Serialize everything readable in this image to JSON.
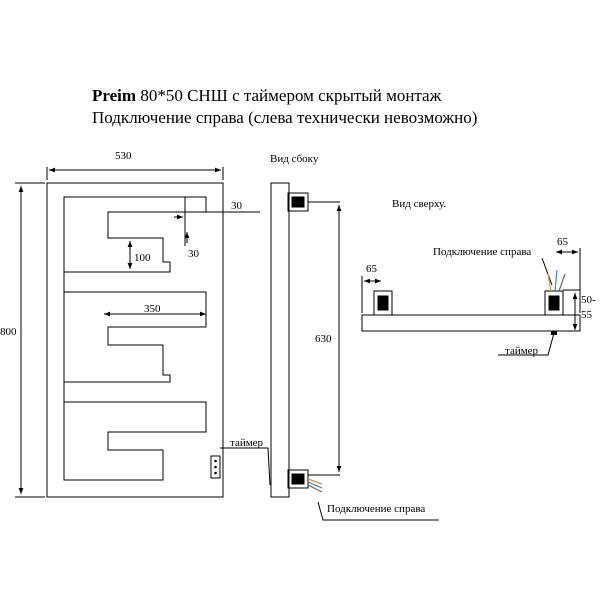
{
  "title": {
    "brand": "Preim",
    "model": " 80*50 СНШ с таймером скрытый монтаж",
    "subtitle": "Подключение справа (слева технически невозможно)"
  },
  "front_view": {
    "dims": {
      "width": "530",
      "height": "800",
      "top_offset": "30",
      "pipe": "30",
      "gap": "100",
      "bar": "350",
      "mount": "630"
    },
    "timer_label": "таймер",
    "connection_label": "Подключение справа"
  },
  "side_view": {
    "label": "Вид сбоку"
  },
  "top_view": {
    "label": "Вид сверху.",
    "connection_label": "Подключение справа",
    "timer_label": "таймер",
    "dims": {
      "left": "65",
      "right": "65",
      "depth_top": "50-",
      "depth_bottom": "55"
    }
  }
}
